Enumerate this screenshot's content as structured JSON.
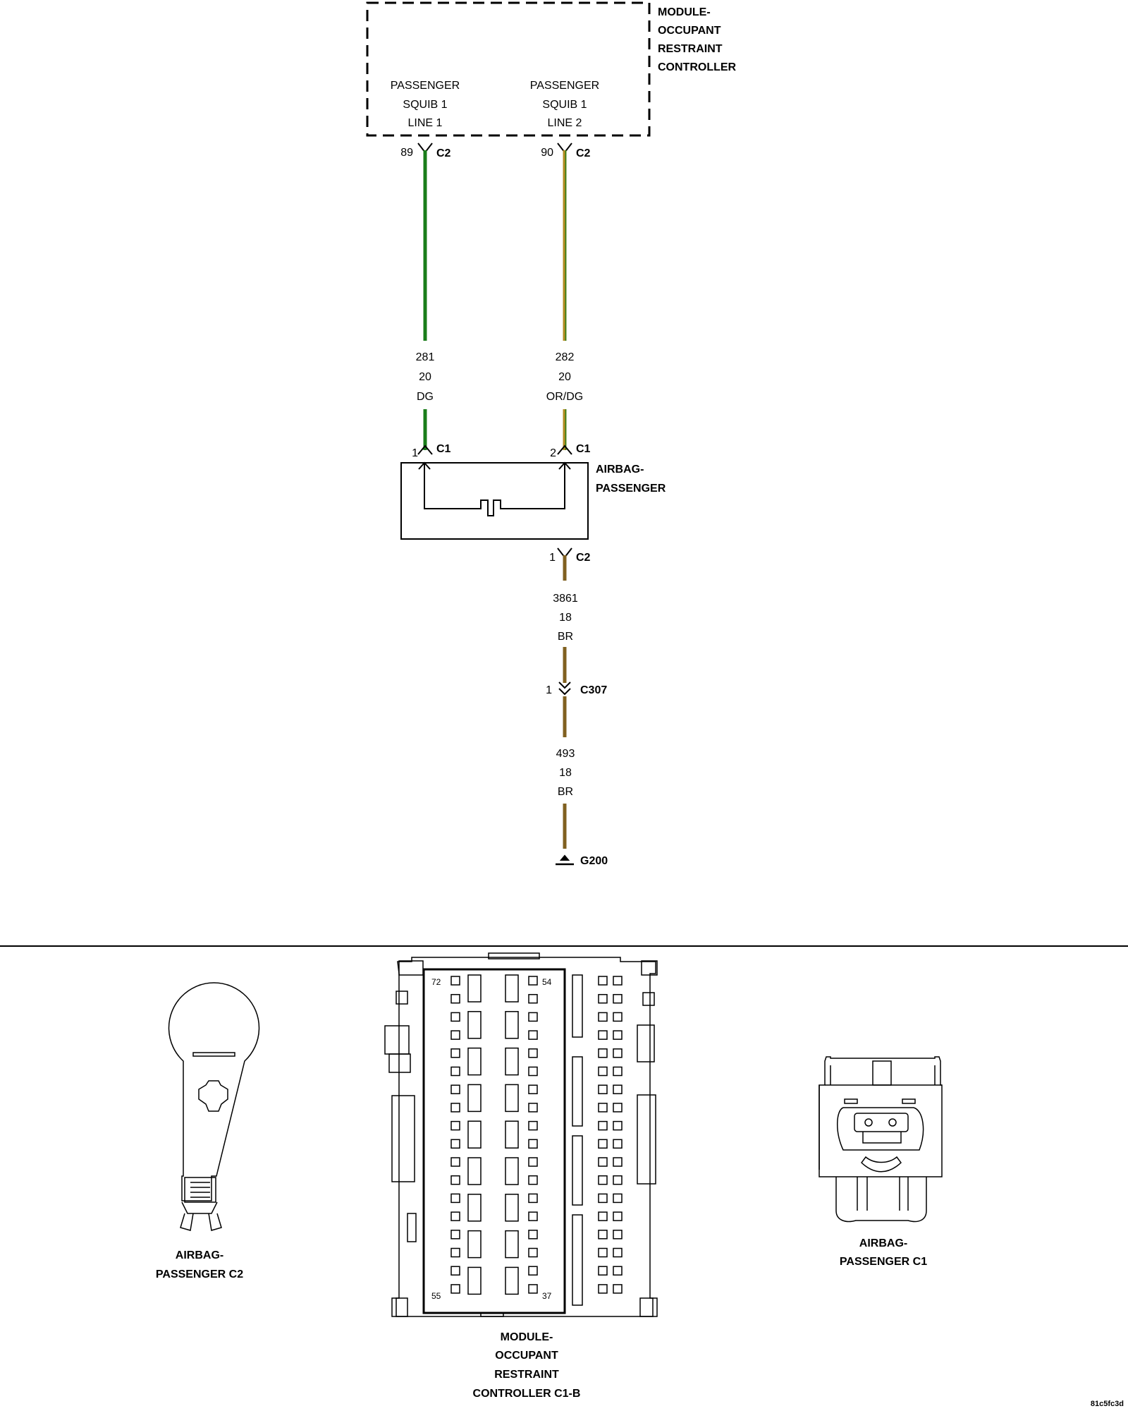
{
  "module": {
    "title": [
      "MODULE-",
      "OCCUPANT",
      "RESTRAINT",
      "CONTROLLER"
    ],
    "line1": [
      "PASSENGER",
      "SQUIB 1",
      "LINE 1"
    ],
    "line2": [
      "PASSENGER",
      "SQUIB 1",
      "LINE 2"
    ],
    "pin1": "89",
    "pin1_conn": "C2",
    "pin2": "90",
    "pin2_conn": "C2"
  },
  "wires": {
    "w281": {
      "circuit": "281",
      "gauge": "20",
      "color": "DG",
      "hex": "#1a7d1a"
    },
    "w282": {
      "circuit": "282",
      "gauge": "20",
      "color": "OR/DG",
      "hex": "#b08c22"
    },
    "w3861": {
      "circuit": "3861",
      "gauge": "18",
      "color": "BR",
      "hex": "#806020"
    },
    "w493": {
      "circuit": "493",
      "gauge": "18",
      "color": "BR",
      "hex": "#806020"
    }
  },
  "airbag": {
    "title": [
      "AIRBAG-",
      "PASSENGER"
    ],
    "pin1": "1",
    "pin1_conn": "C1",
    "pin2": "2",
    "pin2_conn": "C1",
    "out_pin": "1",
    "out_conn": "C2"
  },
  "inline_connector": {
    "pin": "1",
    "name": "C307"
  },
  "ground": {
    "name": "G200"
  },
  "connectors": {
    "c2_label": [
      "AIRBAG-",
      "PASSENGER C2"
    ],
    "c1b_label": [
      "MODULE-",
      "OCCUPANT",
      "RESTRAINT",
      "CONTROLLER C1-B"
    ],
    "c1b_pins": {
      "top_left": "72",
      "top_right": "54",
      "bottom_left": "55",
      "bottom_right": "37"
    },
    "c1_label": [
      "AIRBAG-",
      "PASSENGER C1"
    ]
  },
  "footer_code": "81c5fc3d"
}
